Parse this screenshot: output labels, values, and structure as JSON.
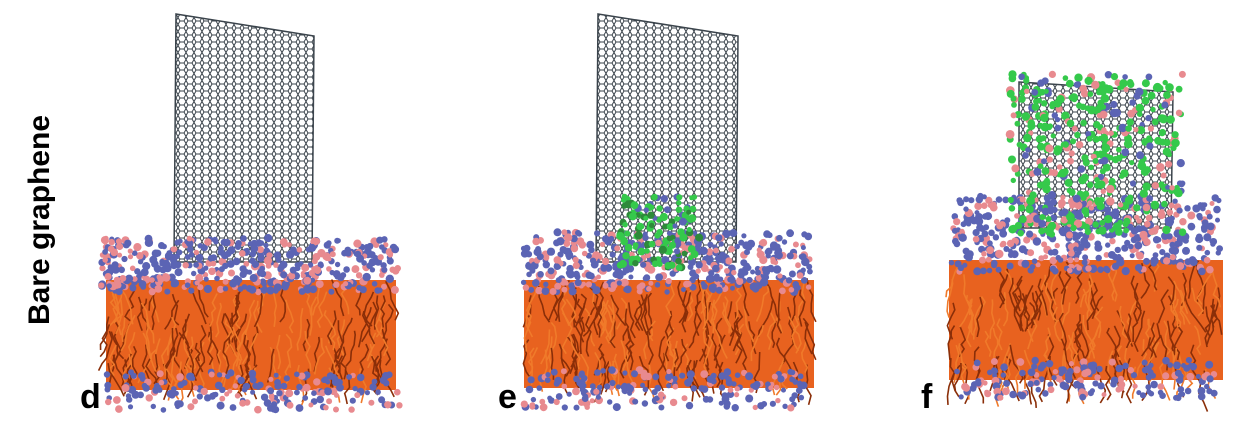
{
  "row_label": "Bare graphene",
  "panels": [
    {
      "letter": "d",
      "description": "graphene sheet inserted vertically above lipid bilayer"
    },
    {
      "letter": "e",
      "description": "graphene sheet partially penetrating bilayer with extracted lipids"
    },
    {
      "letter": "f",
      "description": "lipids extracted onto graphene sheet above bilayer"
    }
  ],
  "colors": {
    "graphene": "#3b444c",
    "lipid_tail": "#e8621f",
    "head_blue": "#5b64b4",
    "head_pink": "#e88a8f",
    "extracted_lipid": "#35c94b"
  }
}
